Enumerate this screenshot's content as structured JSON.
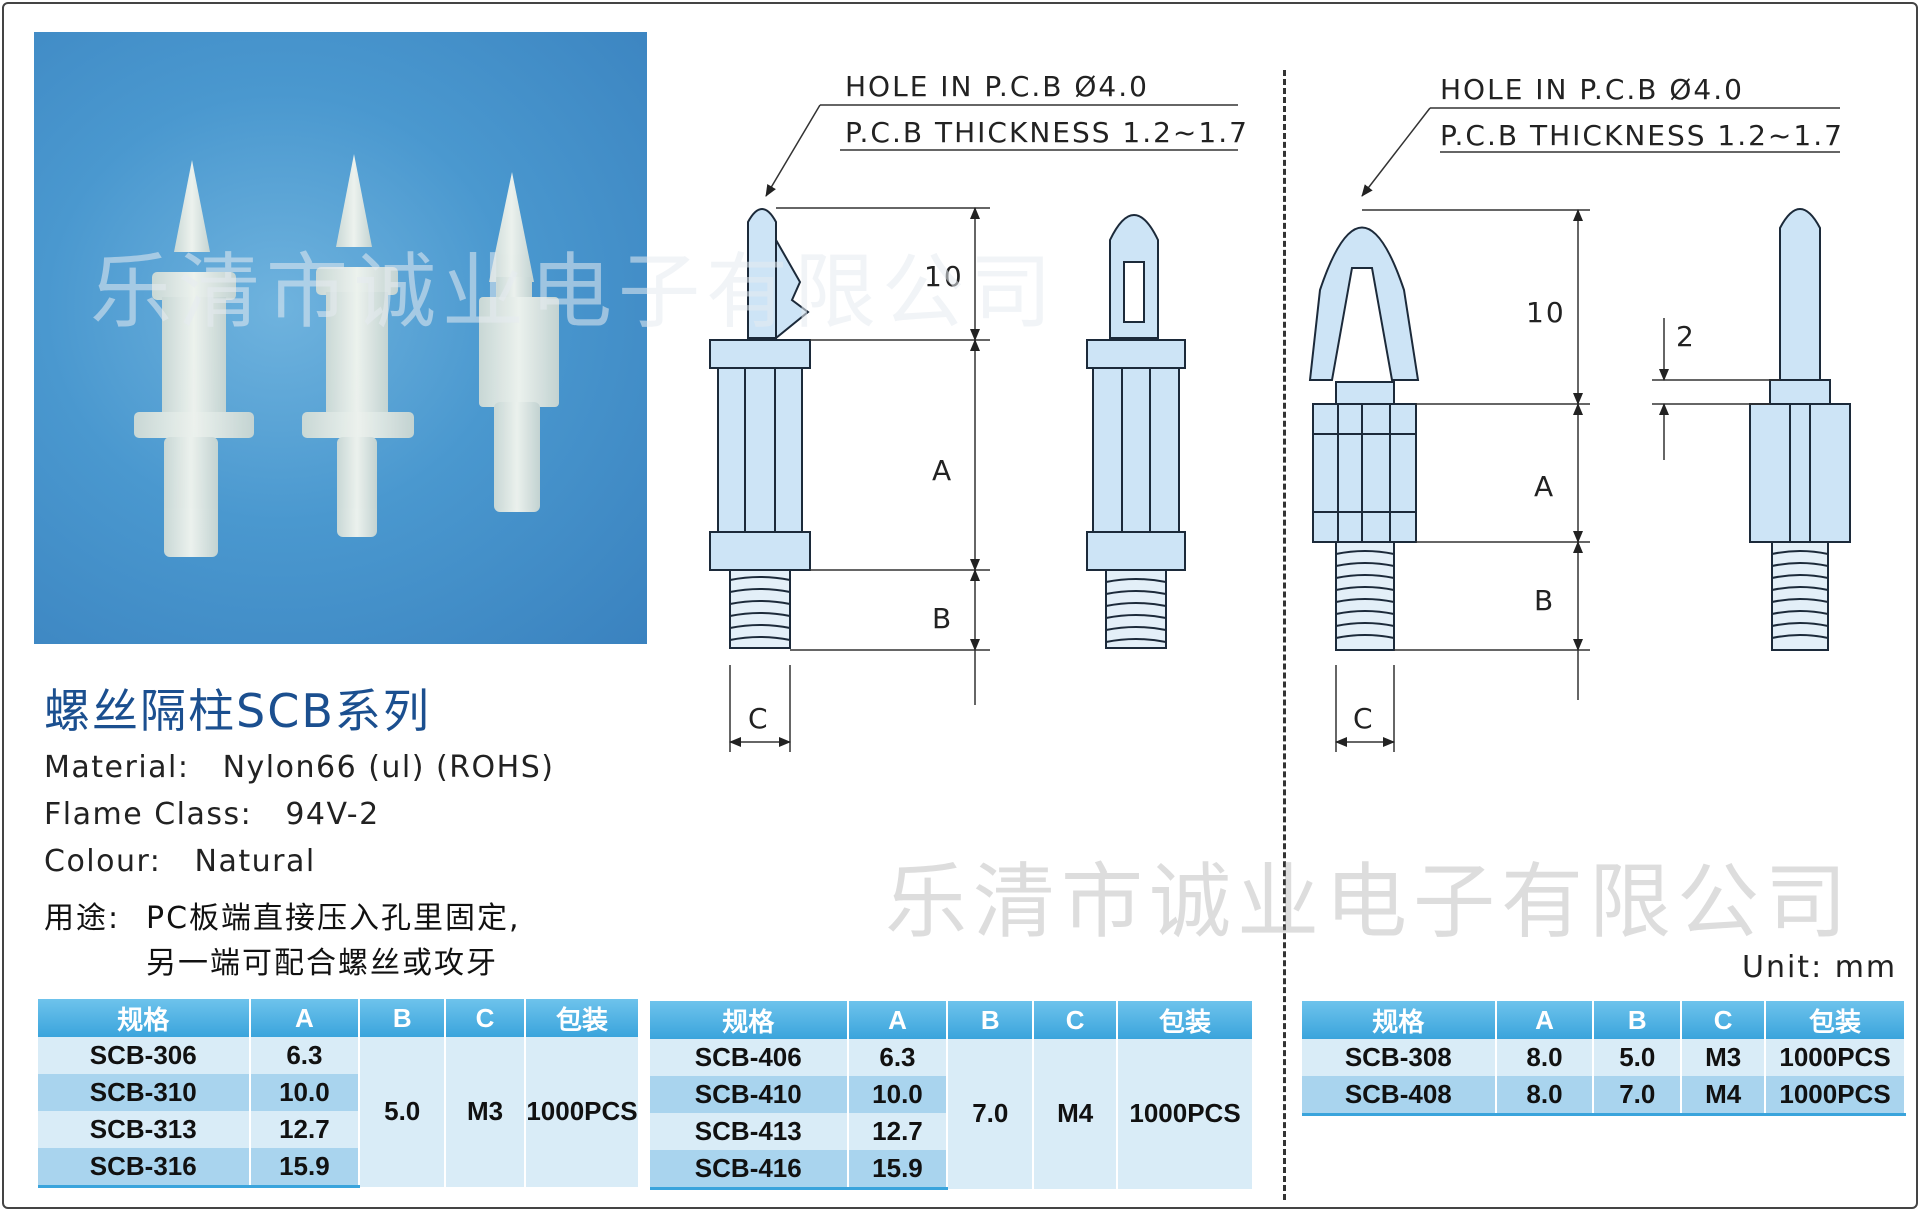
{
  "watermark": "乐清市诚业电子有限公司",
  "title": "螺丝隔柱SCB系列",
  "specs": [
    {
      "label": "Material:",
      "value": "Nylon66 (ul) (ROHS)"
    },
    {
      "label": "Flame Class:",
      "value": "94V-2"
    },
    {
      "label": "Colour:",
      "value": "Natural"
    }
  ],
  "usage": {
    "label": "用途:",
    "line1": "PC板端直接压入孔里固定,",
    "line2": "另一端可配合螺丝或攻牙"
  },
  "unit": "Unit:   mm",
  "drawing_left": {
    "note1": "HOLE  IN  P.C.B  Ø4.0",
    "note2": "P.C.B  THICKNESS  1.2~1.7",
    "dim_10": "10",
    "dim_a": "A",
    "dim_b": "B",
    "dim_c": "C"
  },
  "drawing_right": {
    "note1": "HOLE  IN  P.C.B  Ø4.0",
    "note2": "P.C.B  THICKNESS  1.2~1.7",
    "dim_10": "10",
    "dim_2": "2",
    "dim_a": "A",
    "dim_b": "B",
    "dim_c": "C"
  },
  "table_headers": [
    "规格",
    "A",
    "B",
    "C",
    "包装"
  ],
  "table_300": {
    "rows": [
      {
        "model": "SCB-306",
        "a": "6.3"
      },
      {
        "model": "SCB-310",
        "a": "10.0"
      },
      {
        "model": "SCB-313",
        "a": "12.7"
      },
      {
        "model": "SCB-316",
        "a": "15.9"
      }
    ],
    "b": "5.0",
    "c": "M3",
    "pack": "1000PCS"
  },
  "table_400": {
    "rows": [
      {
        "model": "SCB-406",
        "a": "6.3"
      },
      {
        "model": "SCB-410",
        "a": "10.0"
      },
      {
        "model": "SCB-413",
        "a": "12.7"
      },
      {
        "model": "SCB-416",
        "a": "15.9"
      }
    ],
    "b": "7.0",
    "c": "M4",
    "pack": "1000PCS"
  },
  "table_x08": {
    "rows": [
      {
        "model": "SCB-308",
        "a": "8.0",
        "b": "5.0",
        "c": "M3",
        "pack": "1000PCS"
      },
      {
        "model": "SCB-408",
        "a": "8.0",
        "b": "7.0",
        "c": "M4",
        "pack": "1000PCS"
      }
    ]
  }
}
